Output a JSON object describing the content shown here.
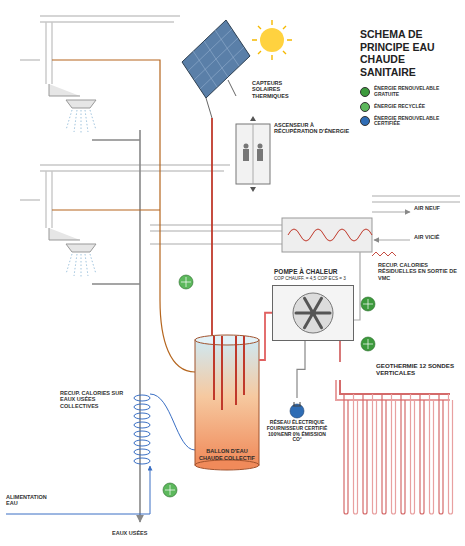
{
  "diagram": {
    "title": "SCHEMA DE PRINCIPE EAU CHAUDE SANITAIRE",
    "nodes": [
      {
        "text": [
          "CAPTEURS SOLAIRES THERMIQUES"
        ]
      },
      {
        "text": [
          "ASCENSEUR À RÉCUPÉRATION D'ÉNERGIE"
        ]
      },
      {
        "text": [
          "POMPE À CHALEUR",
          "COP CHAUFF. = 4,5 COP ECS = 3"
        ]
      },
      {
        "text": [
          "BALLON D'EAU CHAUDE COLLECTIF"
        ]
      },
      {
        "text": [
          "GEOTHERMIE 12 SONDES VERTICALES"
        ]
      },
      {
        "text": [
          "RÉSEAU ÉLECTRIQUE FOURNISSEUR CERTIFIÉ 100%ENR 0% ÉMISSION CO²"
        ]
      }
    ],
    "edges": [
      {
        "from": 0,
        "to": 3,
        "arrow": "none"
      },
      {
        "from": 2,
        "to": 3,
        "arrow": "none"
      },
      {
        "from": 4,
        "to": 2,
        "arrow": "none"
      },
      {
        "from": 5,
        "to": 2,
        "arrow": "none"
      }
    ],
    "labels": [
      "AIR NEUF",
      "AIR VICIÉ",
      "RECUP. CALORIES RÉSIDUELLES EN SORTIE DE VMC",
      "RECUP. CALORIES SUR EAUX USÉES COLLECTIVES",
      "ALIMENTATION EAU",
      "EAUX USÉES"
    ],
    "legend": [
      {
        "text": "ÉNERGIE RENOUVELABLE GRATUITE",
        "color": "#3c9a3c"
      },
      {
        "text": "ÉNERGIE RECYCLÉE",
        "color": "#5cb85c"
      },
      {
        "text": "ÉNERGIE RENOUVELABLE CERTIFIÉE",
        "color": "#2f6db5"
      }
    ]
  }
}
